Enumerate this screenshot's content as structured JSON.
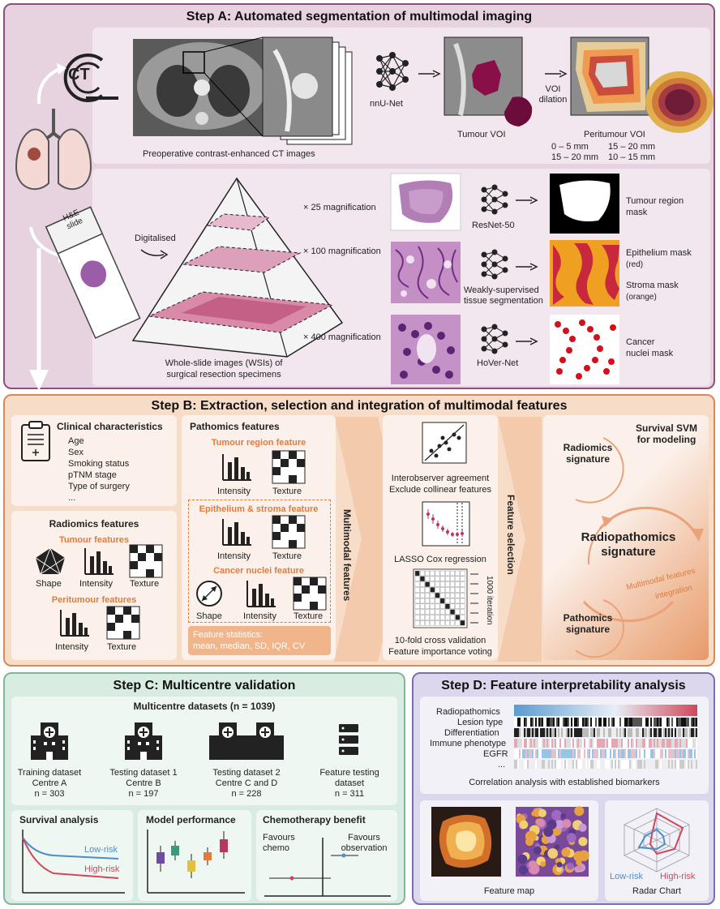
{
  "stepA": {
    "title": "Step A: Automated segmentation of multimodal imaging",
    "ct_icon_text": "CT",
    "ct_caption": "Preoperative contrast-enhanced CT images",
    "nnunet": "nnU-Net",
    "tumour_voi": "Tumour VOI",
    "voi_dilation": "VOI dilation",
    "peritumour_voi": "Peritumour VOI",
    "ranges": [
      "0 – 5 mm",
      "15 – 20 mm",
      "15 – 20 mm",
      "10 – 15 mm"
    ],
    "slide_label": "H&E slide",
    "digitalised": "Digitalised",
    "wsi_caption_1": "Whole-slide images (WSIs) of",
    "wsi_caption_2": "surgical resection specimens",
    "mag25": "× 25 magnification",
    "mag100": "× 100 magnification",
    "mag400": "× 400 magnification",
    "resnet": "ResNet-50",
    "weakly_1": "Weakly-supervised",
    "weakly_2": "tissue segmentation",
    "hovernet": "HoVer-Net",
    "tumour_mask_1": "Tumour region",
    "tumour_mask_2": "mask",
    "epi_mask": "Epithelium mask",
    "epi_red": "(red)",
    "stroma_mask": "Stroma mask",
    "stroma_orange": "(orange)",
    "nuclei_1": "Cancer",
    "nuclei_2": "nuclei mask"
  },
  "stepB": {
    "title": "Step B: Extraction, selection and integration of multimodal features",
    "clinical_title": "Clinical characteristics",
    "clinical_items": [
      "Age",
      "Sex",
      "Smoking status",
      "pTNM stage",
      "Type of surgery",
      "..."
    ],
    "radiomics_title": "Radiomics features",
    "tumour_features": "Tumour features",
    "peritumour_features": "Peritumour features",
    "shape": "Shape",
    "intensity": "Intensity",
    "texture": "Texture",
    "pathomics_title": "Pathomics features",
    "tumour_region_feature": "Tumour region feature",
    "epi_stroma_feature": "Epithelium & stroma feature",
    "nuclei_feature": "Cancer nuclei feature",
    "feature_stats_1": "Feature statistics:",
    "feature_stats_2": "mean, median, SD, IQR, CV",
    "multimodal_features": "Multimodal features",
    "interobserver": "Interobserver agreement",
    "collinear": "Exclude collinear features",
    "lasso": "LASSO Cox regression",
    "iteration": "1000 iteration",
    "cv_1": "10-fold cross validation",
    "cv_2": "Feature importance voting",
    "feature_selection": "Feature selection",
    "svm_1": "Survival SVM",
    "svm_2": "for modeling",
    "radiomics_sig_1": "Radiomics",
    "radiomics_sig_2": "signature",
    "radiopath_1": "Radiopathomics",
    "radiopath_2": "signature",
    "integration_1": "Multimodal features",
    "integration_2": "integration",
    "pathomics_sig_1": "Pathomics",
    "pathomics_sig_2": "signature"
  },
  "stepC": {
    "title": "Step C: Multicentre validation",
    "datasets_title": "Multicentre datasets (n = 1039)",
    "datasets": [
      {
        "l1": "Training dataset",
        "l2": "Centre A",
        "l3": "n = 303"
      },
      {
        "l1": "Testing dataset 1",
        "l2": "Centre B",
        "l3": "n = 197"
      },
      {
        "l1": "Testing dataset 2",
        "l2": "Centre C and D",
        "l3": "n = 228"
      },
      {
        "l1": "Feature testing",
        "l2": "dataset",
        "l3": "n = 311"
      }
    ],
    "survival_title": "Survival analysis",
    "low_risk": "Low-risk",
    "high_risk": "High-risk",
    "model_title": "Model performance",
    "chemo_title": "Chemotherapy benefit",
    "favours_chemo_1": "Favours",
    "favours_chemo_2": "chemo",
    "favours_obs_1": "Favours",
    "favours_obs_2": "observation"
  },
  "stepD": {
    "title": "Step D: Feature interpretability analysis",
    "rows": [
      "Radiopathomics",
      "Lesion type",
      "Differentiation",
      "Immune phenotype",
      "EGFR",
      "..."
    ],
    "correlation": "Correlation analysis with established biomarkers",
    "feature_map": "Feature map",
    "radar_chart": "Radar Chart",
    "low_risk": "Low-risk",
    "high_risk": "High-risk"
  },
  "colors": {
    "panelA": "#e7d2e0",
    "panelB": "#f7dcc8",
    "panelC": "#d8ece2",
    "panelD": "#dcd7ec",
    "accent_orange": "#e07b3c",
    "low_risk": "#4a8fc9",
    "high_risk": "#d0475a"
  }
}
